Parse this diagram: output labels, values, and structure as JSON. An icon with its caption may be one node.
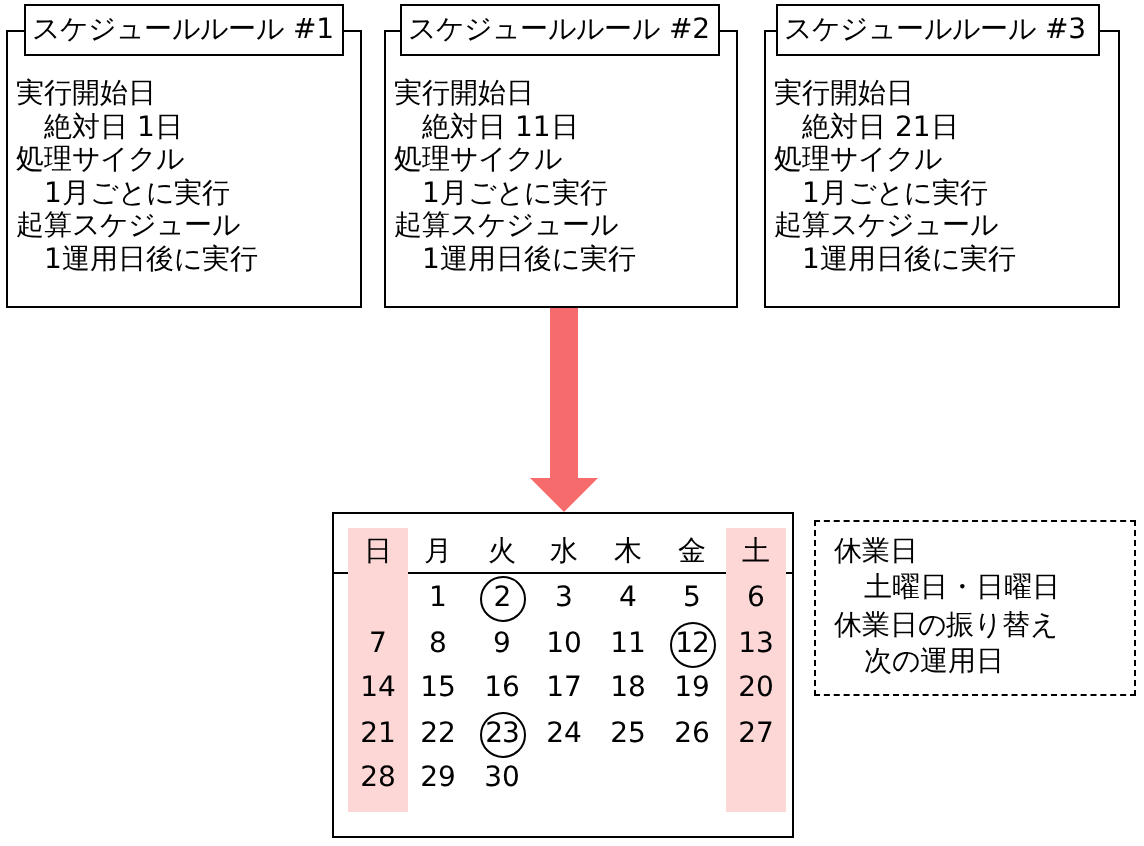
{
  "diagram": {
    "nodes": [
      {
        "text": [
          "スケジュールルール #1",
          "実行開始日",
          "絶対日 1日",
          "処理サイクル",
          "1月ごとに実行",
          "起算スケジュール",
          "1運用日後に実行"
        ]
      },
      {
        "text": [
          "スケジュールルール #2",
          "実行開始日",
          "絶対日 11日",
          "処理サイクル",
          "1月ごとに実行",
          "起算スケジュール",
          "1運用日後に実行"
        ]
      },
      {
        "text": [
          "スケジュールルール #3",
          "実行開始日",
          "絶対日 21日",
          "処理サイクル",
          "1月ごとに実行",
          "起算スケジュール",
          "1運用日後に実行"
        ]
      },
      {
        "text": [],
        "shape": "box"
      },
      {
        "text": [
          "日",
          "7",
          "14",
          "21",
          "28"
        ],
        "in": 3
      },
      {
        "text": [
          "土",
          "6",
          "13",
          "20",
          "27"
        ],
        "in": 3
      },
      {
        "text": [
          "2"
        ],
        "in": 3
      },
      {
        "text": [
          "12"
        ],
        "in": 3
      },
      {
        "text": [
          "23"
        ],
        "in": 3
      },
      {
        "text": [
          "休業日",
          "土曜日・日曜日",
          "休業日の振り替え",
          "次の運用日"
        ]
      }
    ],
    "edges": [
      {
        "from": 1,
        "to": 3,
        "arrow": "to",
        "color": "#f66b6b"
      }
    ],
    "labels": [
      "月",
      "火",
      "水",
      "木",
      "金",
      "1",
      "3",
      "4",
      "5",
      "8",
      "9",
      "10",
      "11",
      "15",
      "16",
      "17",
      "18",
      "19",
      "22",
      "24",
      "25",
      "26",
      "29",
      "30"
    ]
  }
}
